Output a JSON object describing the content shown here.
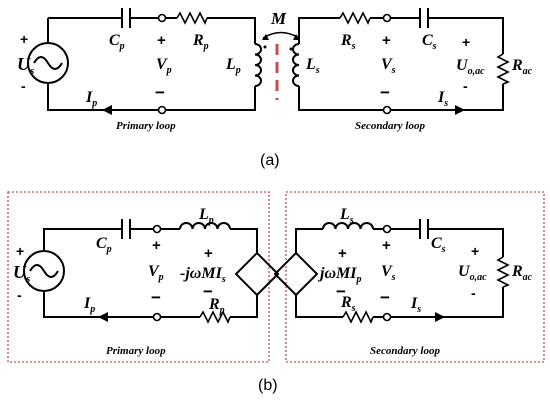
{
  "diagram_a": {
    "left": {
      "source": "U",
      "source_sub": "s",
      "cap": "C",
      "cap_sub": "p",
      "res": "R",
      "res_sub": "p",
      "voltage": "V",
      "voltage_sub": "p",
      "ind": "L",
      "ind_sub": "p",
      "current": "I",
      "current_sub": "p",
      "caption": "Primary loop"
    },
    "right": {
      "res": "R",
      "res_sub": "s",
      "voltage": "V",
      "voltage_sub": "s",
      "cap": "C",
      "cap_sub": "s",
      "ind": "L",
      "ind_sub": "s",
      "out": "U",
      "out_sub": "o,ac",
      "load": "R",
      "load_sub": "ac",
      "current": "I",
      "current_sub": "s",
      "caption": "Secondary loop"
    },
    "mutual": "M",
    "plus": "+",
    "minus": "-",
    "big_minus": "−",
    "fig_label": "(a)"
  },
  "diagram_b": {
    "left": {
      "source": "U",
      "source_sub": "s",
      "cap": "C",
      "cap_sub": "p",
      "ind": "L",
      "ind_sub": "p",
      "voltage": "V",
      "voltage_sub": "p",
      "dep": "-jωMI",
      "dep_sub": "s",
      "current": "I",
      "current_sub": "p",
      "res": "R",
      "res_sub": "p",
      "caption": "Primary loop"
    },
    "right": {
      "ind": "L",
      "ind_sub": "s",
      "cap": "C",
      "cap_sub": "s",
      "dep": "jωMI",
      "dep_sub": "p",
      "voltage": "V",
      "voltage_sub": "s",
      "out": "U",
      "out_sub": "o,ac",
      "load": "R",
      "load_sub": "ac",
      "res": "R",
      "res_sub": "s",
      "current": "I",
      "current_sub": "s",
      "caption": "Secondary loop"
    },
    "fig_label": "(b)"
  },
  "colors": {
    "wire": "#000000",
    "box": "#c0504d",
    "core": "#c0504d"
  }
}
